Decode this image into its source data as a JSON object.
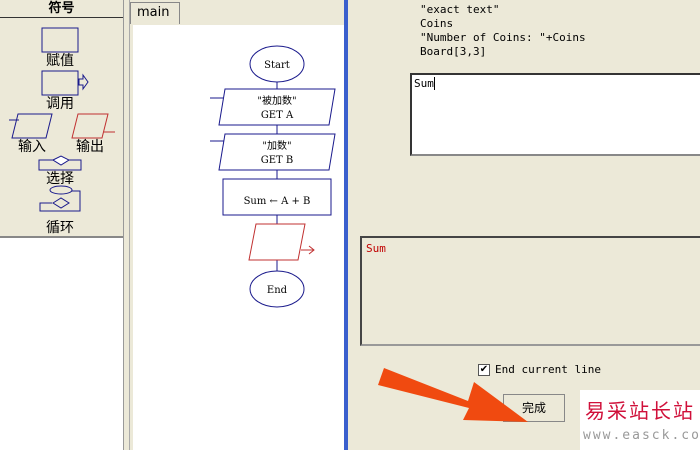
{
  "symbols": {
    "title": "符号",
    "assign": "赋值",
    "call": "调用",
    "input": "输入",
    "output": "输出",
    "select": "选择",
    "loop": "循环"
  },
  "tab": "main",
  "flowchart": {
    "start": "Start",
    "input1_prompt": "\"被加数\"",
    "input1_get": "GET A",
    "input2_prompt": "\"加数\"",
    "input2_get": "GET B",
    "assign": "Sum ← A + B",
    "end": "End"
  },
  "dialog": {
    "examples": [
      "\"exact text\"",
      "Coins",
      "\"Number of Coins: \"+Coins",
      "Board[3,3]"
    ],
    "input_value": "Sum",
    "output_preview": "Sum",
    "checkbox_label": "End current line",
    "checkbox_checked": true,
    "done_button": "完成"
  },
  "watermark": {
    "name": "易采站长站",
    "url": "www.easck.com"
  },
  "colors": {
    "blue": "#1a1a8c",
    "red": "#c03030",
    "arrow": "#f04a10"
  }
}
